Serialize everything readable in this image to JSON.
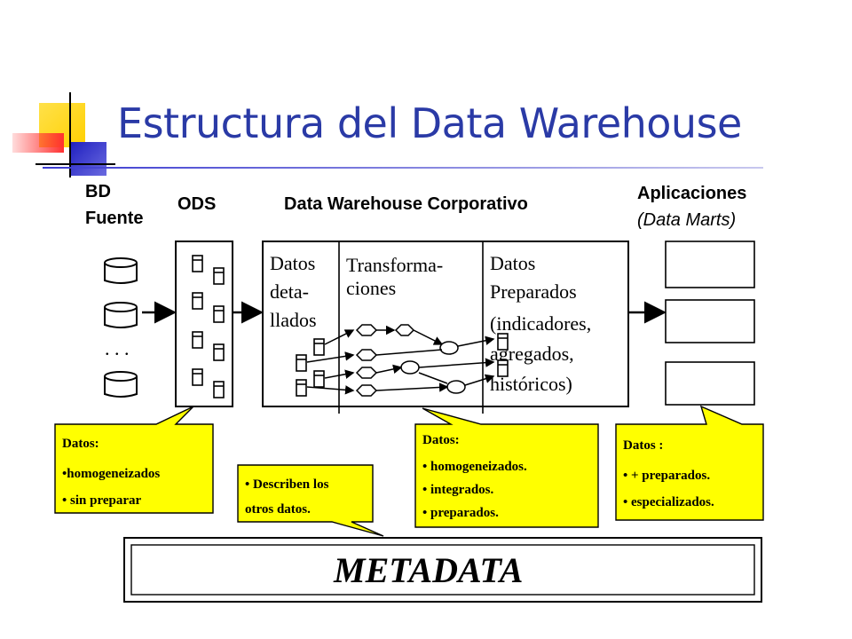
{
  "slide": {
    "title": "Estructura del Data Warehouse"
  },
  "diagram": {
    "headers": {
      "bd_fuente": [
        "BD",
        "Fuente"
      ],
      "ods": "ODS",
      "dw": "Data Warehouse Corporativo",
      "apps": [
        "Aplicaciones",
        "(Data Marts)"
      ]
    },
    "dw_columns": {
      "detallados": [
        "Datos",
        "deta-",
        "llados"
      ],
      "transformaciones": [
        "Transforma-",
        "ciones"
      ],
      "preparados": [
        "Datos",
        "Preparados",
        "(indicadores,",
        "agregados,",
        "históricos)"
      ]
    },
    "ellipsis": ". . .",
    "callouts": {
      "ods": [
        "Datos:",
        "•homogeneizados",
        "• sin preparar"
      ],
      "metadata": [
        "• Describen los",
        "otros datos."
      ],
      "dw": [
        "Datos:",
        "• homogeneizados.",
        "• integrados.",
        "• preparados."
      ],
      "apps": [
        "Datos :",
        "• + preparados.",
        "• especializados."
      ]
    },
    "metadata_label": "METADATA",
    "colors": {
      "callout_fill": "#ffff00",
      "title": "#2a3aa6"
    }
  }
}
